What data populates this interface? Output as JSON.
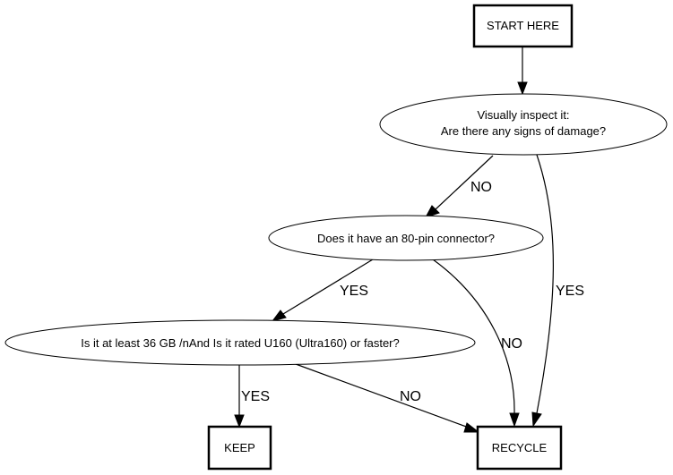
{
  "nodes": {
    "start": {
      "label": "START HERE"
    },
    "inspect": {
      "line1": "Visually inspect it:",
      "line2": "Are there any signs of damage?"
    },
    "connector": {
      "label": "Does it have an 80-pin connector?"
    },
    "capacity": {
      "label": "Is it at least 36 GB /nAnd Is it rated U160 (Ultra160) or faster?"
    },
    "keep": {
      "label": "KEEP"
    },
    "recycle": {
      "label": "RECYCLE"
    }
  },
  "edges": {
    "inspect_to_connector": {
      "label": "NO"
    },
    "inspect_to_recycle": {
      "label": "YES"
    },
    "connector_to_capacity": {
      "label": "YES"
    },
    "connector_to_recycle": {
      "label": "NO"
    },
    "capacity_to_keep": {
      "label": "YES"
    },
    "capacity_to_recycle": {
      "label": "NO"
    }
  }
}
